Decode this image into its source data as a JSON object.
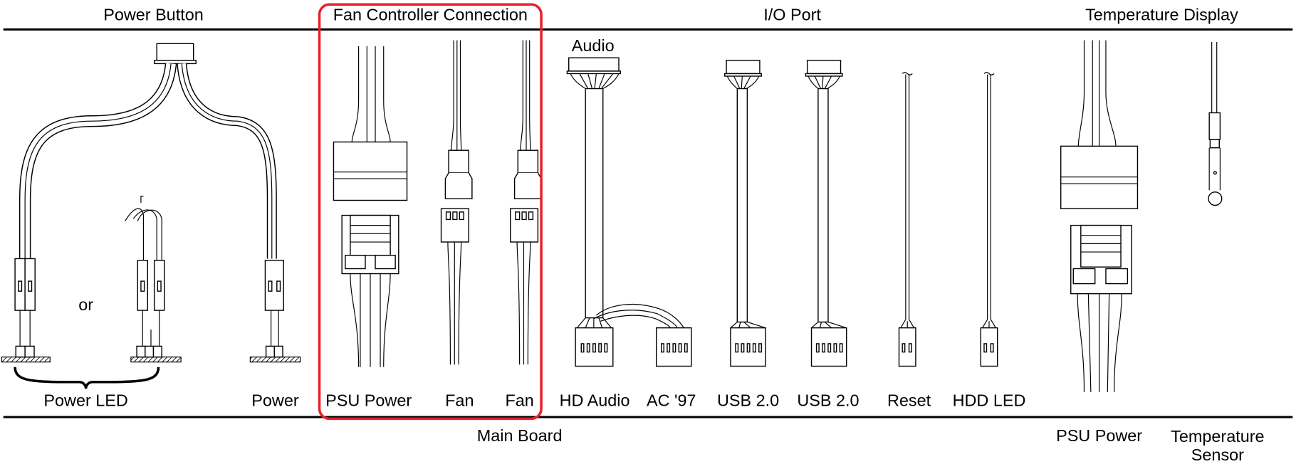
{
  "headers": {
    "power_button": "Power Button",
    "fan_controller": "Fan Controller Connection",
    "io_port": "I/O Port",
    "temperature_display": "Temperature Display"
  },
  "labels": {
    "or": "or",
    "audio": "Audio",
    "power_led": "Power LED",
    "power": "Power",
    "psu_power": "PSU Power",
    "fan_1": "Fan",
    "fan_2": "Fan",
    "hd_audio": "HD Audio",
    "ac97": "AC '97",
    "usb_1": "USB 2.0",
    "usb_2": "USB 2.0",
    "reset": "Reset",
    "hdd_led": "HDD LED"
  },
  "footer": {
    "main_board": "Main Board",
    "psu_power": "PSU Power",
    "temperature_sensor_line1": "Temperature",
    "temperature_sensor_line2": "Sensor"
  },
  "colors": {
    "highlight": "#e8202a",
    "line": "#000000"
  }
}
